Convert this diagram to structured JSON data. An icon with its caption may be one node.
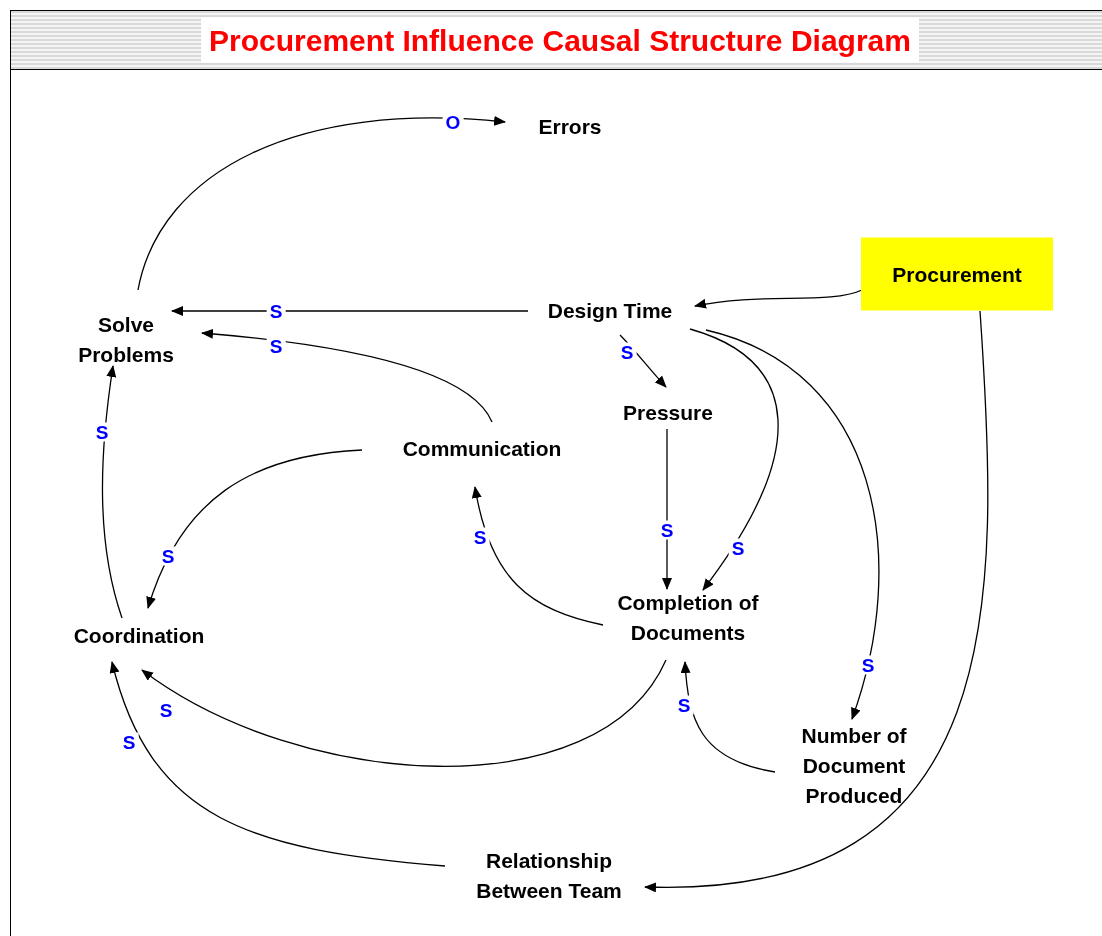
{
  "diagram": {
    "title": "Procurement Influence Causal Structure Diagram",
    "nodes": [
      {
        "text": [
          "Errors"
        ]
      },
      {
        "text": [
          "Procurement"
        ]
      },
      {
        "text": [
          "Design Time"
        ]
      },
      {
        "text": [
          "Solve Problems"
        ]
      },
      {
        "text": [
          "Pressure"
        ]
      },
      {
        "text": [
          "Communication"
        ]
      },
      {
        "text": [
          "Completion of Documents"
        ]
      },
      {
        "text": [
          "Coordination"
        ]
      },
      {
        "text": [
          "Number of Document Produced"
        ]
      },
      {
        "text": [
          "Relationship Between Team"
        ]
      }
    ],
    "edges": [
      {
        "from": 3,
        "to": 0,
        "arrow": "to",
        "label": "O"
      },
      {
        "from": 1,
        "to": 2,
        "arrow": "to"
      },
      {
        "from": 2,
        "to": 3,
        "arrow": "to",
        "label": "S"
      },
      {
        "from": 5,
        "to": 3,
        "arrow": "to",
        "label": "S"
      },
      {
        "from": 2,
        "to": 4,
        "arrow": "to",
        "label": "S"
      },
      {
        "from": 4,
        "to": 6,
        "arrow": "to",
        "label": "S"
      },
      {
        "from": 2,
        "to": 6,
        "arrow": "to",
        "label": "S"
      },
      {
        "from": 2,
        "to": 8,
        "arrow": "to",
        "label": "S"
      },
      {
        "from": 6,
        "to": 5,
        "arrow": "to",
        "label": "S"
      },
      {
        "from": 5,
        "to": 7,
        "arrow": "to",
        "label": "S"
      },
      {
        "from": 7,
        "to": 3,
        "arrow": "to",
        "label": "S"
      },
      {
        "from": 6,
        "to": 7,
        "arrow": "to",
        "label": "S"
      },
      {
        "from": 8,
        "to": 6,
        "arrow": "to",
        "label": "S"
      },
      {
        "from": 9,
        "to": 7,
        "arrow": "to",
        "label": "S"
      },
      {
        "from": 1,
        "to": 9,
        "arrow": "to"
      }
    ]
  }
}
